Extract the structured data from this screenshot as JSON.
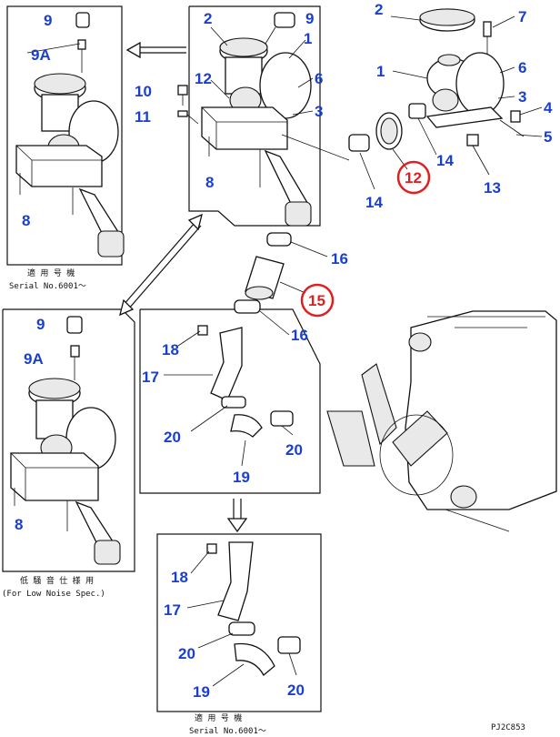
{
  "diagram_code": "PJ2C853",
  "notes": {
    "serial_top_left_jp": "適 用 号 機",
    "serial_top_left": "Serial No.6001～",
    "low_noise_jp": "低 騒 音 仕 様 用",
    "low_noise_en": "(For Low Noise Spec.)",
    "serial_bottom_jp": "適 用 号 機",
    "serial_bottom": "Serial No.6001～"
  },
  "callouts": {
    "tl_9": "9",
    "tl_9a": "9A",
    "tl_8": "8",
    "tm_2": "2",
    "tm_9": "9",
    "tm_1": "1",
    "tm_12": "12",
    "tm_6": "6",
    "tm_3": "3",
    "tm_8": "8",
    "l_10": "10",
    "l_11": "11",
    "r_2": "2",
    "r_7": "7",
    "r_1": "1",
    "r_6": "6",
    "r_3": "3",
    "r_4": "4",
    "r_5": "5",
    "r_14a": "14",
    "r_13": "13",
    "r_12": "12",
    "r_14b": "14",
    "m_16a": "16",
    "m_15": "15",
    "m_16b": "16",
    "bl_9": "9",
    "bl_9a": "9A",
    "bl_8": "8",
    "c_18": "18",
    "c_17": "17",
    "c_20a": "20",
    "c_20b": "20",
    "c_19": "19",
    "b_18": "18",
    "b_17": "17",
    "b_20a": "20",
    "b_20b": "20",
    "b_19": "19"
  }
}
